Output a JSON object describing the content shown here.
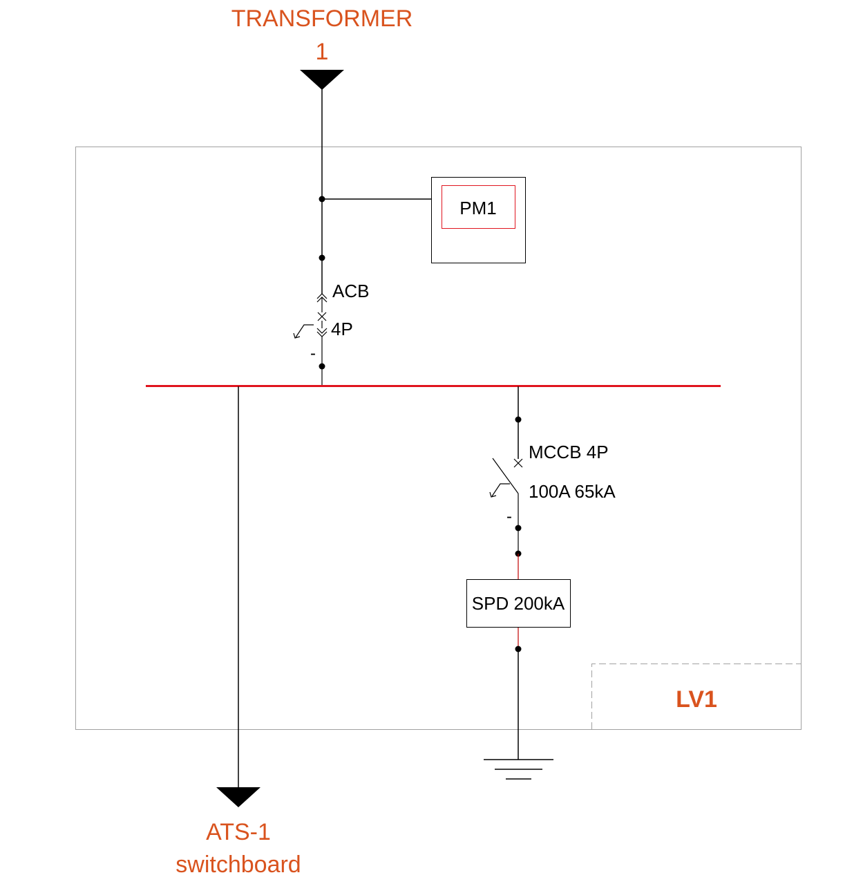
{
  "source": {
    "title_line1": "TRANSFORMER",
    "title_line2": "1"
  },
  "destination": {
    "line1": "ATS-1",
    "line2": "switchboard"
  },
  "power_meter": {
    "label": "PM1"
  },
  "main_breaker": {
    "type_label": "ACB",
    "poles_label": "4P",
    "mark": "-"
  },
  "feeder_breaker": {
    "type_label": "MCCB 4P",
    "rating_label": "100A 65kA",
    "mark": "-"
  },
  "surge_device": {
    "label": "SPD 200kA"
  },
  "panel": {
    "label": "LV1"
  },
  "colors": {
    "label_accent": "#d9531e",
    "busbar": "#e0141e",
    "meter_inner_frame": "#e0141e",
    "panel_frame": "#a0a0a0",
    "wire": "#000000"
  }
}
